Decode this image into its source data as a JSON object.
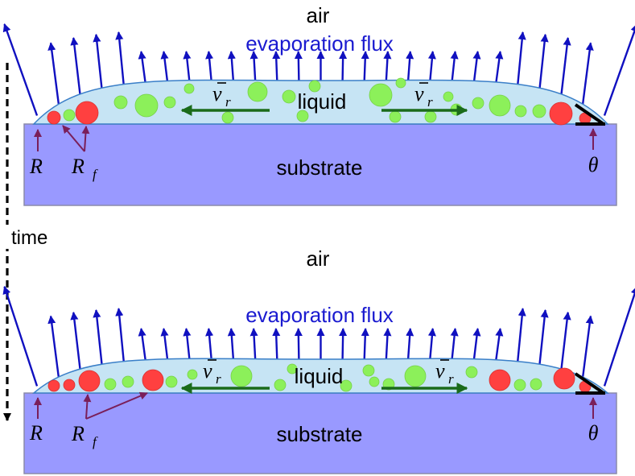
{
  "time_label": "time",
  "colors": {
    "arrow": "#1010c0",
    "flux_text": "#1a1ad0",
    "substrate": "#9999ff",
    "substrate_edge": "#8a8aaa",
    "liquid": "#c6e4f4",
    "liquid_edge": "#3a7fc8",
    "big_particle": "#ff4040",
    "small_particle": "#8cf05a",
    "velocity_arrow": "#1a6b1a",
    "pointer": "#7a1f5a"
  },
  "panels": [
    {
      "air_label": "air",
      "flux_label": "evaporation flux",
      "liquid_label": "liquid",
      "substrate_label": "substrate",
      "velocity_symbol": "v",
      "velocity_subscript": "r",
      "R_symbol": "R",
      "Rf_symbol": "R",
      "Rf_subscript": "f",
      "theta_symbol": "θ"
    },
    {
      "air_label": "air",
      "flux_label": "evaporation flux",
      "liquid_label": "liquid",
      "substrate_label": "substrate",
      "velocity_symbol": "v",
      "velocity_subscript": "r",
      "R_symbol": "R",
      "Rf_symbol": "R",
      "Rf_subscript": "f",
      "theta_symbol": "θ"
    }
  ]
}
